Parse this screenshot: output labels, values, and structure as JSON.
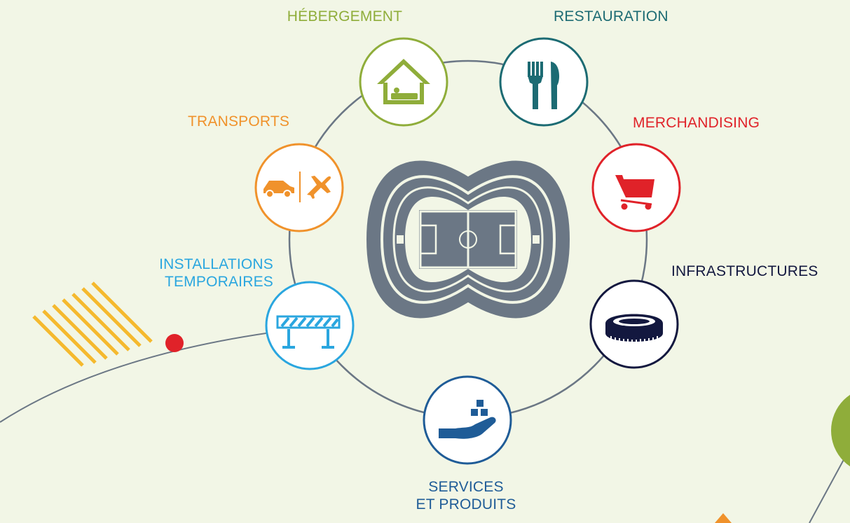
{
  "colors": {
    "background": "#f2f6e6",
    "ring": "#6b7785",
    "stadium": "#6b7785",
    "hebergement": "#8fad3a",
    "restauration": "#1c6b73",
    "transports": "#f0922b",
    "merchandising": "#e02229",
    "installations": "#2aa6df",
    "infrastructures": "#13183f",
    "services": "#1f5c97",
    "dot": "#e02229",
    "stripes": "#f5b92e"
  },
  "nodes": [
    {
      "id": "hebergement",
      "label": "HÉBERGEMENT",
      "icon": "house-bed-icon"
    },
    {
      "id": "restauration",
      "label": "RESTAURATION",
      "icon": "fork-knife-icon"
    },
    {
      "id": "transports",
      "label": "TRANSPORTS",
      "icon": "car-plane-icon"
    },
    {
      "id": "merchandising",
      "label": "MERCHANDISING",
      "icon": "shopping-cart-icon"
    },
    {
      "id": "installations",
      "label_lines": [
        "INSTALLATIONS",
        "TEMPORAIRES"
      ],
      "icon": "barrier-icon"
    },
    {
      "id": "infrastructures",
      "label": "INFRASTRUCTURES",
      "icon": "stadium-icon"
    },
    {
      "id": "services",
      "label_lines": [
        "SERVICES",
        "ET PRODUITS"
      ],
      "icon": "hand-boxes-icon"
    }
  ],
  "center": {
    "icon": "football-pitch-icon"
  }
}
